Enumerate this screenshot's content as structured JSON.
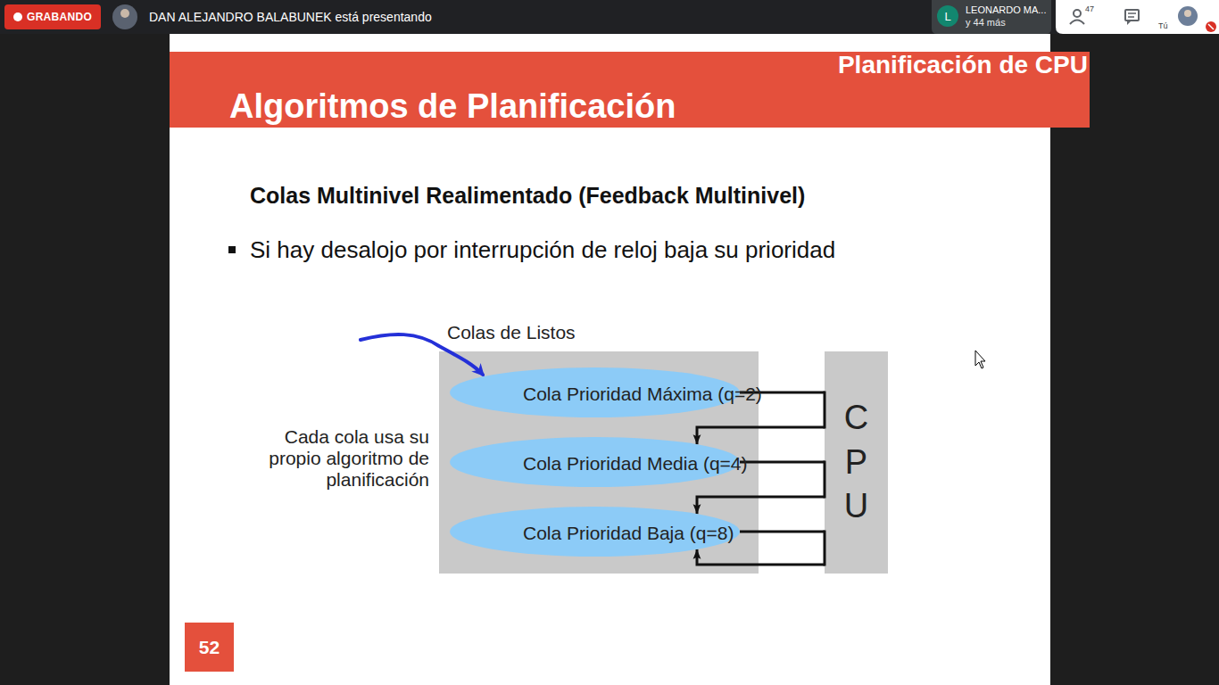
{
  "diagram": {
    "nodes": [
      {
        "text": [
          "GRABANDO"
        ]
      },
      {
        "text": [
          "L"
        ]
      },
      {
        "text": [
          "Planificación de CPU",
          "Algoritmos de Planificación"
        ]
      },
      {
        "text": [
          "Colas de Listos"
        ]
      },
      {
        "text": [
          "Cola Prioridad Máxima (q=2)"
        ],
        "in": 3
      },
      {
        "text": [
          "Cola Prioridad Media (q=4)"
        ],
        "in": 3
      },
      {
        "text": [
          "Cola Prioridad Baja (q=8)"
        ],
        "in": 3
      },
      {
        "text": [
          "CPU"
        ]
      },
      {
        "text": [
          "52"
        ]
      }
    ],
    "edges": [
      {
        "from": 4,
        "to": 7,
        "arrow": "none"
      },
      {
        "from": 7,
        "to": 5,
        "arrow": "to"
      },
      {
        "from": 5,
        "to": 7,
        "arrow": "none"
      },
      {
        "from": 7,
        "to": 6,
        "arrow": "to"
      },
      {
        "from": 6,
        "to": 7,
        "arrow": "none"
      },
      {
        "from": 7,
        "to": 6,
        "arrow": "to"
      }
    ],
    "labels": [
      "DAN ALEJANDRO BALABUNEK está presentando",
      "LEONARDO MA...",
      "y 44 más",
      "47",
      "Tú",
      "Colas Multinivel Realimentado (Feedback Multinivel)",
      "Si hay desalojo por interrupción de reloj baja su prioridad",
      "Cada cola usa su propio algoritmo de planificación"
    ]
  }
}
